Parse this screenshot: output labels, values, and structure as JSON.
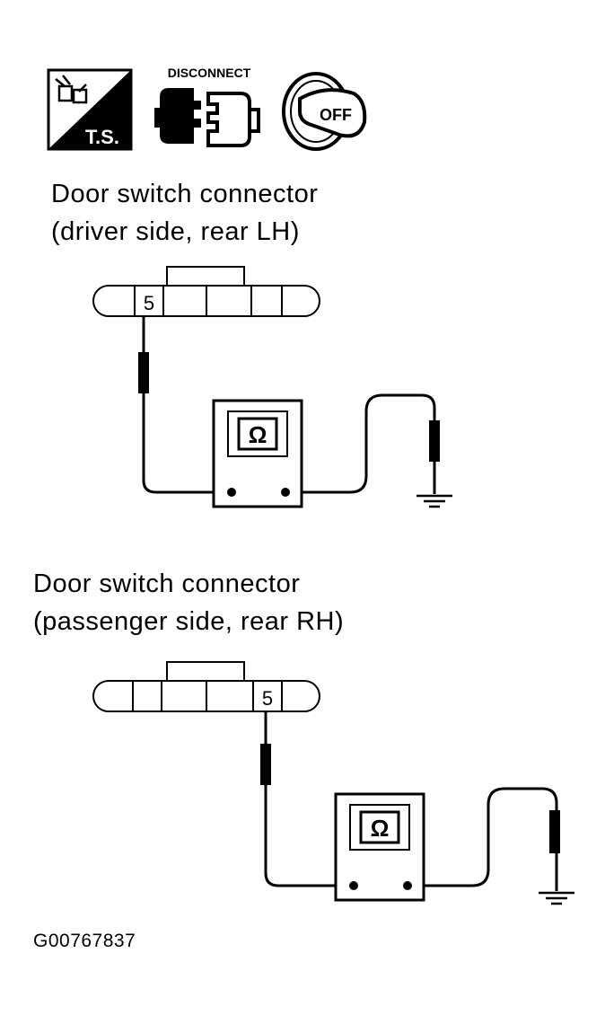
{
  "icons": {
    "ts": {
      "name": "ts-icon",
      "label": "T.S."
    },
    "disconnect": {
      "name": "disconnect-icon",
      "label": "DISCONNECT"
    },
    "key_off": {
      "name": "ignition-key-off-icon",
      "label": "OFF"
    }
  },
  "diagrams": [
    {
      "title_line1": "Door switch connector",
      "title_line2": "(driver side, rear LH)",
      "terminal": "5"
    },
    {
      "title_line1": "Door switch connector",
      "title_line2": "(passenger side, rear RH)",
      "terminal": "5"
    }
  ],
  "meter_symbol": "Ω",
  "figure_id": "G00767837"
}
